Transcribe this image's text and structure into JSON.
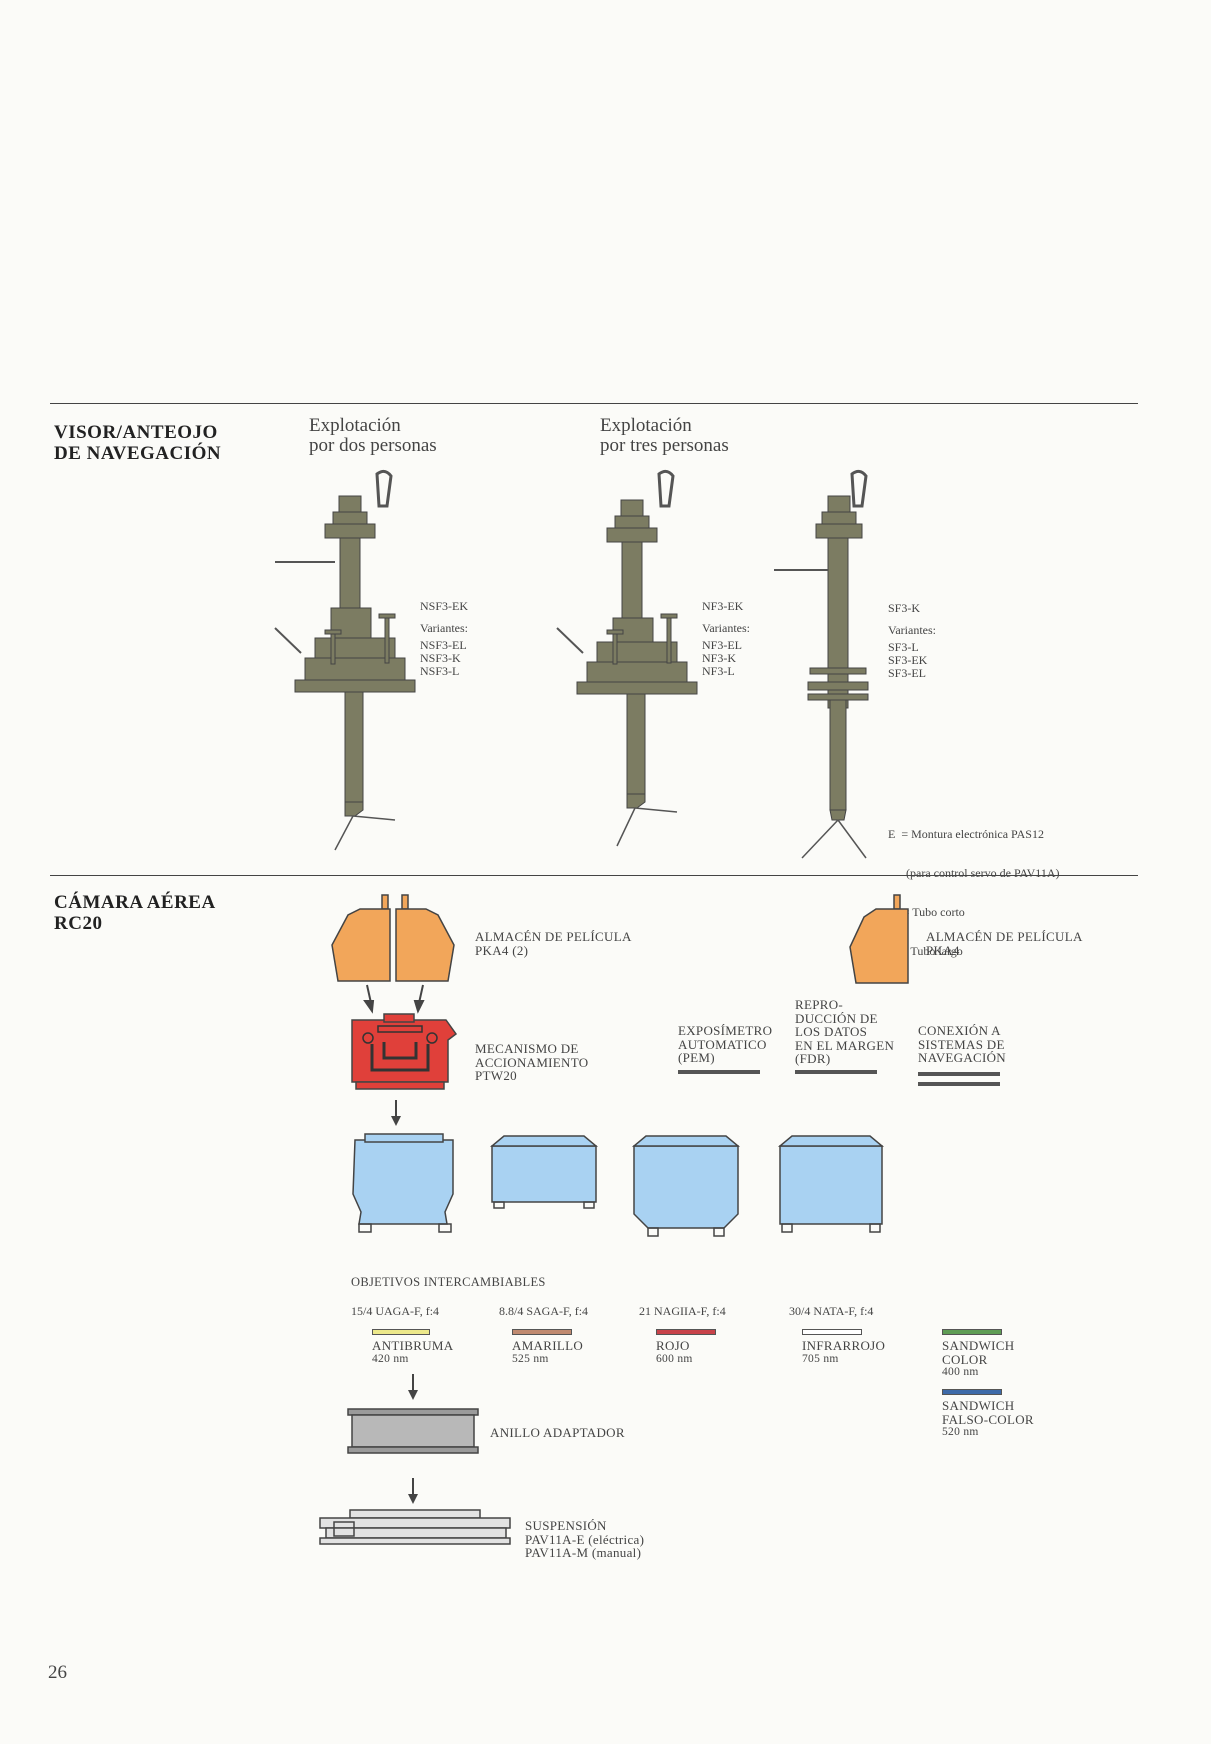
{
  "sections": {
    "viewer": {
      "title_lines": [
        "VISOR/ANTEOJO",
        "DE NAVEGACIÓN"
      ]
    },
    "camera": {
      "title_lines": [
        "CÁMARA AÉREA",
        "RC20"
      ]
    }
  },
  "operation": {
    "two_persons": [
      "Explotación",
      "por dos personas"
    ],
    "three_persons": [
      "Explotación",
      "por tres personas"
    ]
  },
  "viewers": [
    {
      "model": "NSF3-EK",
      "variants_label": "Variantes:",
      "variants": [
        "NSF3-EL",
        "NSF3-K",
        "NSF3-L"
      ]
    },
    {
      "model": "NF3-EK",
      "variants_label": "Variantes:",
      "variants": [
        "NF3-EL",
        "NF3-K",
        "NF3-L"
      ]
    },
    {
      "model": "SF3-K",
      "variants_label": "Variantes:",
      "variants": [
        "SF3-L",
        "SF3-EK",
        "SF3-EL"
      ]
    }
  ],
  "legend": [
    "E  = Montura electrónica PAS12",
    "      (para control servo de PAV11A)",
    "K  = Tubo corto",
    "L  = Tubo largo"
  ],
  "magazine_double": [
    "ALMACÉN DE PELÍCULA",
    "PKA4 (2)"
  ],
  "magazine_single": [
    "ALMACÉN DE PELÍCULA",
    "PKA4"
  ],
  "drive": [
    "MECANISMO DE",
    "ACCIONAMIENTO",
    "PTW20"
  ],
  "options": [
    [
      "EXPOSÍMETRO",
      "AUTOMATICO",
      "(PEM)"
    ],
    [
      "REPRO-",
      "DUCCIÓN DE",
      "LOS DATOS",
      "EN EL MARGEN",
      "(FDR)"
    ],
    [
      "CONEXIÓN A",
      "SISTEMAS DE",
      "NAVEGACIÓN"
    ]
  ],
  "lenses_heading": "OBJETIVOS INTERCAMBIABLES",
  "lenses": [
    "15/4 UAGA-F, f:4",
    "8.8/4 SAGA-F, f:4",
    "21 NAGIIA-F, f:4",
    "30/4 NATA-F, f:4"
  ],
  "filters": [
    {
      "name": "ANTIBRUMA",
      "wl": "420 nm",
      "color": "#ece88a"
    },
    {
      "name": "AMARILLO",
      "wl": "525 nm",
      "color": "#c08a70"
    },
    {
      "name": "ROJO",
      "wl": "600 nm",
      "color": "#c8434a"
    },
    {
      "name": "INFRARROJO",
      "wl": "705 nm",
      "color": "#ffffff"
    },
    {
      "name": "SANDWICH\nCOLOR",
      "wl": "400 nm",
      "color": "#5e9c54"
    },
    {
      "name": "SANDWICH\nFALSO-COLOR",
      "wl": "520 nm",
      "color": "#3d6aa8"
    }
  ],
  "adapter": "ANILLO ADAPTADOR",
  "suspension": [
    "SUSPENSIÓN",
    "PAV11A-E (eléctrica)",
    "PAV11A-M (manual)"
  ],
  "page_number": "26",
  "colors": {
    "magazine": "#f2a65a",
    "drive": "#e0403a",
    "lens": "#a9d2f2",
    "adapter": "#b8b8b8",
    "viewer": "#7c7c62"
  }
}
